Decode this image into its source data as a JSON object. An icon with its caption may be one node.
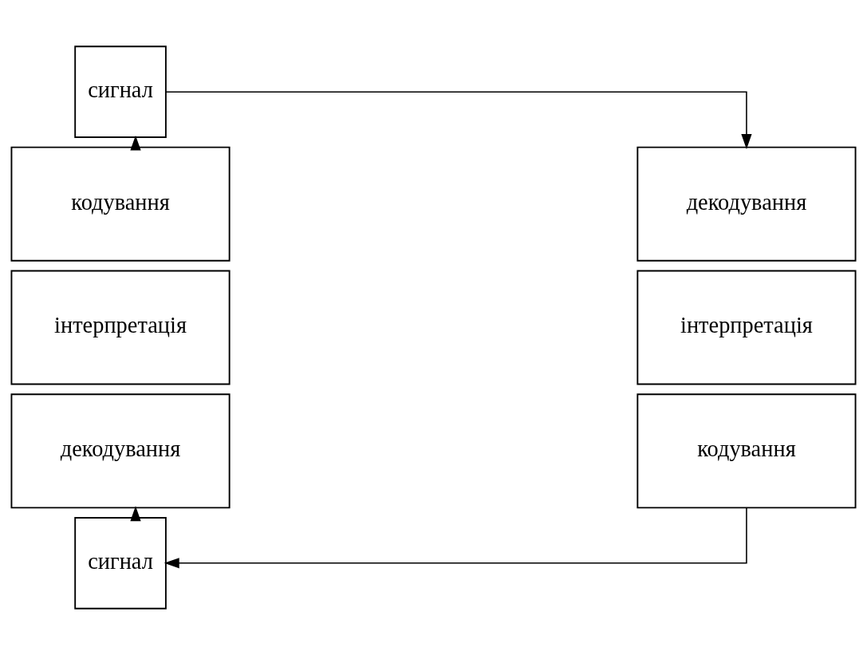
{
  "diagram": {
    "nodes": [
      {
        "text": [
          "сигнал"
        ]
      },
      {
        "text": [
          "кодування"
        ]
      },
      {
        "text": [
          "інтерпретація"
        ]
      },
      {
        "text": [
          "декодування"
        ]
      },
      {
        "text": [
          "декодування"
        ]
      },
      {
        "text": [
          "інтерпретація"
        ]
      },
      {
        "text": [
          "кодування"
        ]
      },
      {
        "text": [
          "сигнал"
        ]
      }
    ],
    "edges": [
      {
        "from": 1,
        "to": 0,
        "arrow": "to"
      },
      {
        "from": 0,
        "to": 4,
        "arrow": "to"
      },
      {
        "from": 6,
        "to": 7,
        "arrow": "to"
      },
      {
        "from": 7,
        "to": 3,
        "arrow": "to"
      }
    ]
  }
}
